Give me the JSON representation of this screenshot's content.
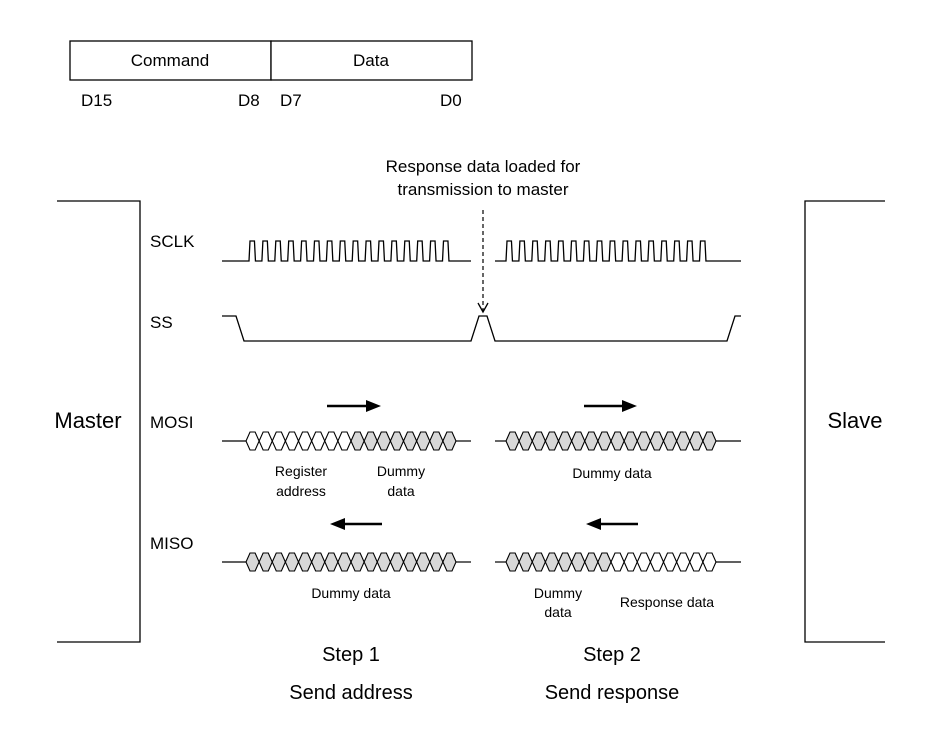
{
  "frame": {
    "command": "Command",
    "data": "Data",
    "bits": [
      "D15",
      "D8",
      "D7",
      "D0"
    ]
  },
  "annotation": {
    "line1": "Response data loaded for",
    "line2": "transmission to master"
  },
  "sides": {
    "left": "Master",
    "right": "Slave"
  },
  "signals": {
    "sclk": "SCLK",
    "ss": "SS",
    "mosi": "MOSI",
    "miso": "MISO"
  },
  "labels": {
    "register_address": [
      "Register",
      "address"
    ],
    "dummy_data_1": [
      "Dummy",
      "data"
    ],
    "mosi_step2": "Dummy data",
    "miso_step1": "Dummy data",
    "dummy_data_2": [
      "Dummy",
      "data"
    ],
    "response_data": "Response data"
  },
  "steps": [
    {
      "title": "Step 1",
      "subtitle": "Send address"
    },
    {
      "title": "Step 2",
      "subtitle": "Send response"
    }
  ],
  "colors": {
    "bus_fill": "#d8d8d8",
    "line": "#000000"
  }
}
